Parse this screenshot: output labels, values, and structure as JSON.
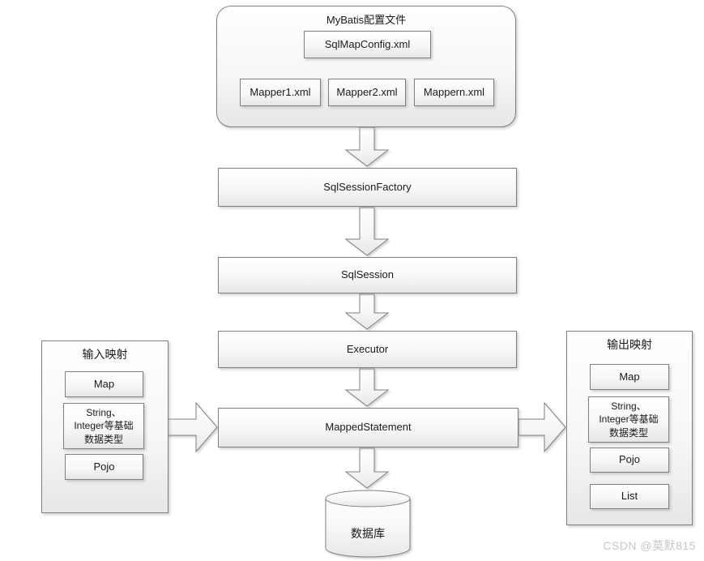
{
  "colors": {
    "shape_border": "#7f7f7f",
    "shape_fill_top": "#ffffff",
    "shape_fill_bottom": "#e7e7e7",
    "text": "#1a1a1a",
    "watermark": "#c6c6c6"
  },
  "config_container": {
    "title": "MyBatis配置文件",
    "main_file": "SqlMapConfig.xml",
    "mappers": [
      "Mapper1.xml",
      "Mapper2.xml",
      "Mappern.xml"
    ]
  },
  "flow_nodes": [
    "SqlSessionFactory",
    "SqlSession",
    "Executor",
    "MappedStatement"
  ],
  "database": {
    "label": "数据库"
  },
  "input_panel": {
    "title": "输入映射",
    "items": [
      "Map",
      "String、\nInteger等基础\n数据类型",
      "Pojo"
    ]
  },
  "output_panel": {
    "title": "输出映射",
    "items": [
      "Map",
      "String、\nInteger等基础\n数据类型",
      "Pojo",
      "List"
    ]
  },
  "watermark": "CSDN @莫默815"
}
